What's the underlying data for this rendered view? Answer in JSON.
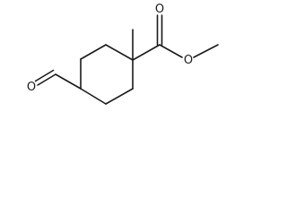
{
  "molecule": {
    "atoms": {
      "ester_carbonyl_oxygen": "O",
      "ester_single_oxygen": "O",
      "aldehyde_oxygen": "O"
    }
  }
}
